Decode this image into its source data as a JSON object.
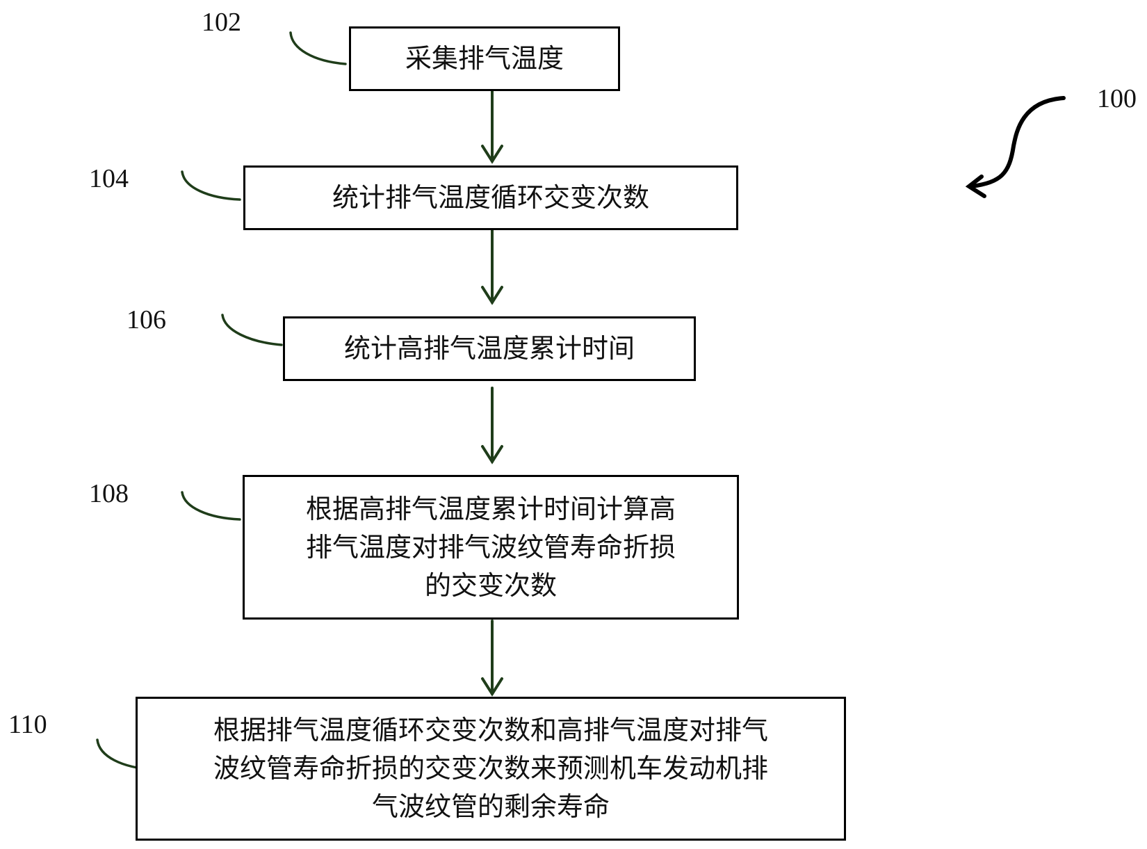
{
  "diagram": {
    "figure_ref": "100",
    "steps": [
      {
        "ref": "102",
        "text": "采集排气温度"
      },
      {
        "ref": "104",
        "text": "统计排气温度循环交变次数"
      },
      {
        "ref": "106",
        "text": "统计高排气温度累计时间"
      },
      {
        "ref": "108",
        "lines": [
          "根据高排气温度累计时间计算高",
          "排气温度对排气波纹管寿命折损",
          "的交变次数"
        ]
      },
      {
        "ref": "110",
        "lines": [
          "根据排气温度循环交变次数和高排气温度对排气",
          "波纹管寿命折损的交变次数来预测机车发动机排",
          "气波纹管的剩余寿命"
        ]
      }
    ],
    "colors": {
      "arrow": "#1f3d1a",
      "border": "#000000",
      "leader": "#1f3d1a"
    }
  }
}
